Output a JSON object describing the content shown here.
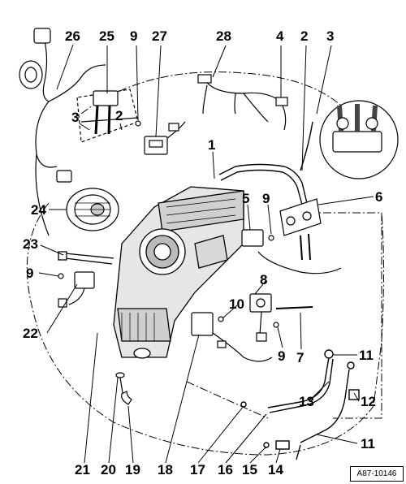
{
  "callouts": {
    "n26": "26",
    "n25": "25",
    "n9a": "9",
    "n27": "27",
    "n28": "28",
    "n4": "4",
    "n2a": "2",
    "n3a": "3",
    "n3b": "3",
    "n2b": "2",
    "n1": "1",
    "n5": "5",
    "n9b": "9",
    "n6": "6",
    "n24": "24",
    "n23": "23",
    "n9c": "9",
    "n8": "8",
    "n10": "10",
    "n22": "22",
    "n9d": "9",
    "n7": "7",
    "n11a": "11",
    "n13": "13",
    "n12": "12",
    "n11b": "11",
    "n21": "21",
    "n20": "20",
    "n19": "19",
    "n18": "18",
    "n17": "17",
    "n16": "16",
    "n15": "15",
    "n14": "14"
  },
  "reference_code": "A87-10146"
}
